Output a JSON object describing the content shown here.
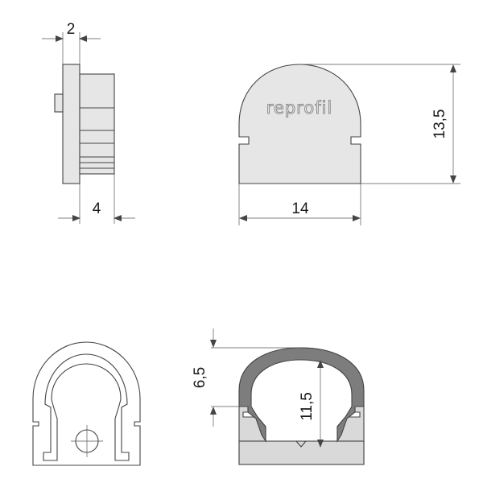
{
  "colors": {
    "part_fill": "#e6e6e6",
    "part_stroke": "#444444",
    "dim_line": "#555555",
    "cap_dark": "#7d7d7d",
    "base_fill": "#d9d9d9"
  },
  "dimensions": {
    "side_thickness": "2",
    "side_depth": "4",
    "front_width": "14",
    "front_height": "13,5",
    "section_upper": "6,5",
    "section_inner": "11,5"
  },
  "logo": {
    "text": "reprofil"
  }
}
